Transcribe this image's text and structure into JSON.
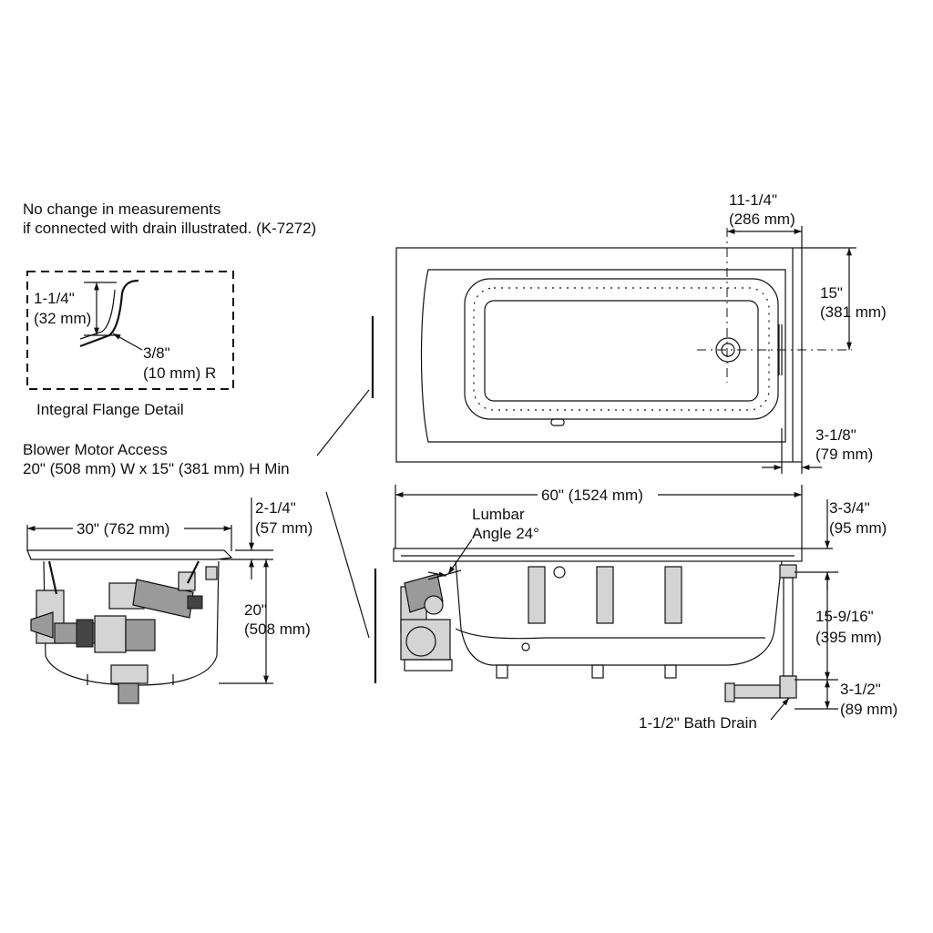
{
  "notes": {
    "drain_note_line1": "No change in measurements",
    "drain_note_line2": "if connected with drain illustrated. (K-7272)",
    "flange_detail_title": "Integral Flange Detail",
    "blower_access_line1": "Blower Motor Access",
    "blower_access_line2": "20\" (508 mm) W x 15\" (381 mm) H Min"
  },
  "flange_detail": {
    "flange_height_in": "1-1/4\"",
    "flange_height_mm": "(32 mm)",
    "radius_in": "3/8\"",
    "radius_mm": "(10 mm) R"
  },
  "plan_view": {
    "drain_offset_in": "11-1/4\"",
    "drain_offset_mm": "(286 mm)",
    "drain_from_end_in": "15\"",
    "drain_from_end_mm": "(381 mm)",
    "deck_width_in": "3-1/8\"",
    "deck_width_mm": "(79 mm)"
  },
  "end_view": {
    "width_label": "30\" (762 mm)",
    "rim_depth_in": "2-1/4\"",
    "rim_depth_mm": "(57 mm)",
    "height_in": "20\"",
    "height_mm": "(508 mm)"
  },
  "side_view": {
    "length_label": "60\" (1524 mm)",
    "lumbar_line1": "Lumbar",
    "lumbar_line2": "Angle 24°",
    "rim_in": "3-3/4\"",
    "rim_mm": "(95 mm)",
    "overflow_in": "15-9/16\"",
    "overflow_mm": "(395 mm)",
    "drain_in": "3-1/2\"",
    "drain_mm": "(89 mm)",
    "bath_drain": "1-1/2\" Bath Drain"
  }
}
